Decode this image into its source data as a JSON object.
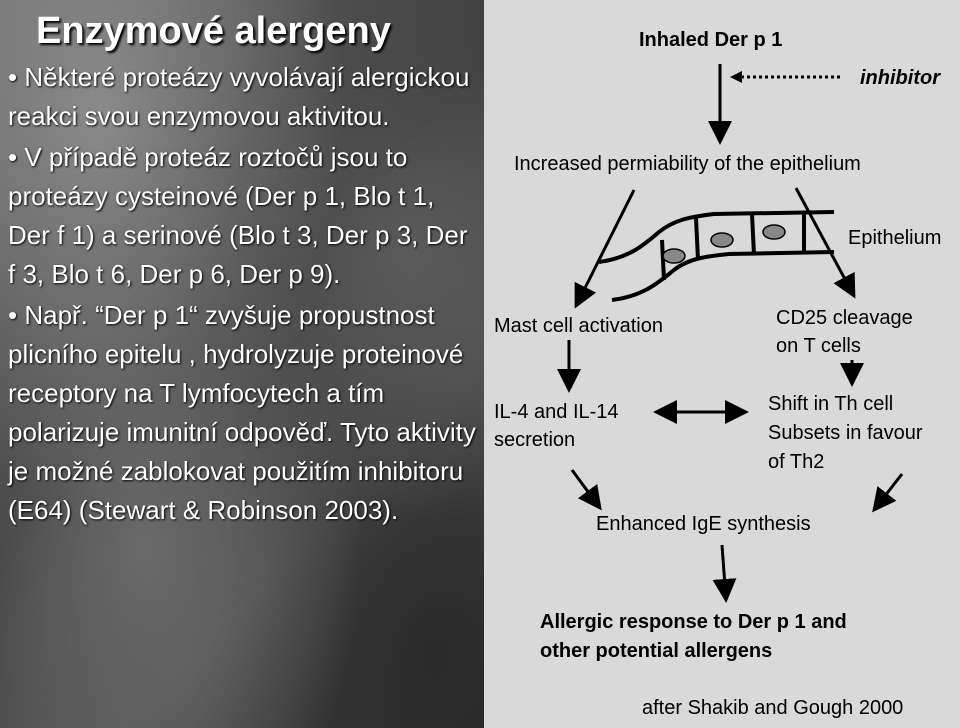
{
  "left": {
    "title": "Enzymové alergeny",
    "bullets": [
      "• Některé proteázy vyvolávají alergickou reakci svou enzymovou aktivitou.",
      "• V případě proteáz roztočů jsou to proteázy cysteinové (Der p 1, Blo t 1, Der f 1) a serinové  (Blo t 3, Der p 3, Der f 3, Blo t 6, Der p 6, Der  p 9).",
      "• Např. “Der  p 1“ zvyšuje propustnost plicního epitelu , hydrolyzuje proteinové receptory  na T lymfocytech a tím polarizuje imunitní odpověď. Tyto aktivity je možné zablokovat použitím inhibitoru (E64) (Stewart & Robinson 2003)."
    ]
  },
  "diagram": {
    "inhaled": "Inhaled Der p 1",
    "inhibitor": "inhibitor",
    "permeability": "Increased permiability of the epithelium",
    "epithelium": "Epithelium",
    "mast": "Mast cell activation",
    "cd25_1": "CD25 cleavage",
    "cd25_2": "on T cells",
    "il_1": "IL-4 and IL-14",
    "il_2": "secretion",
    "shift_1": "Shift in Th cell",
    "shift_2": "Subsets in favour",
    "shift_3": "of Th2",
    "ige": "Enhanced IgE  synthesis",
    "allergic_1": "Allergic response to Der p 1 and",
    "allergic_2": "other potential allergens",
    "credit": "after Shakib and Gough 2000"
  }
}
